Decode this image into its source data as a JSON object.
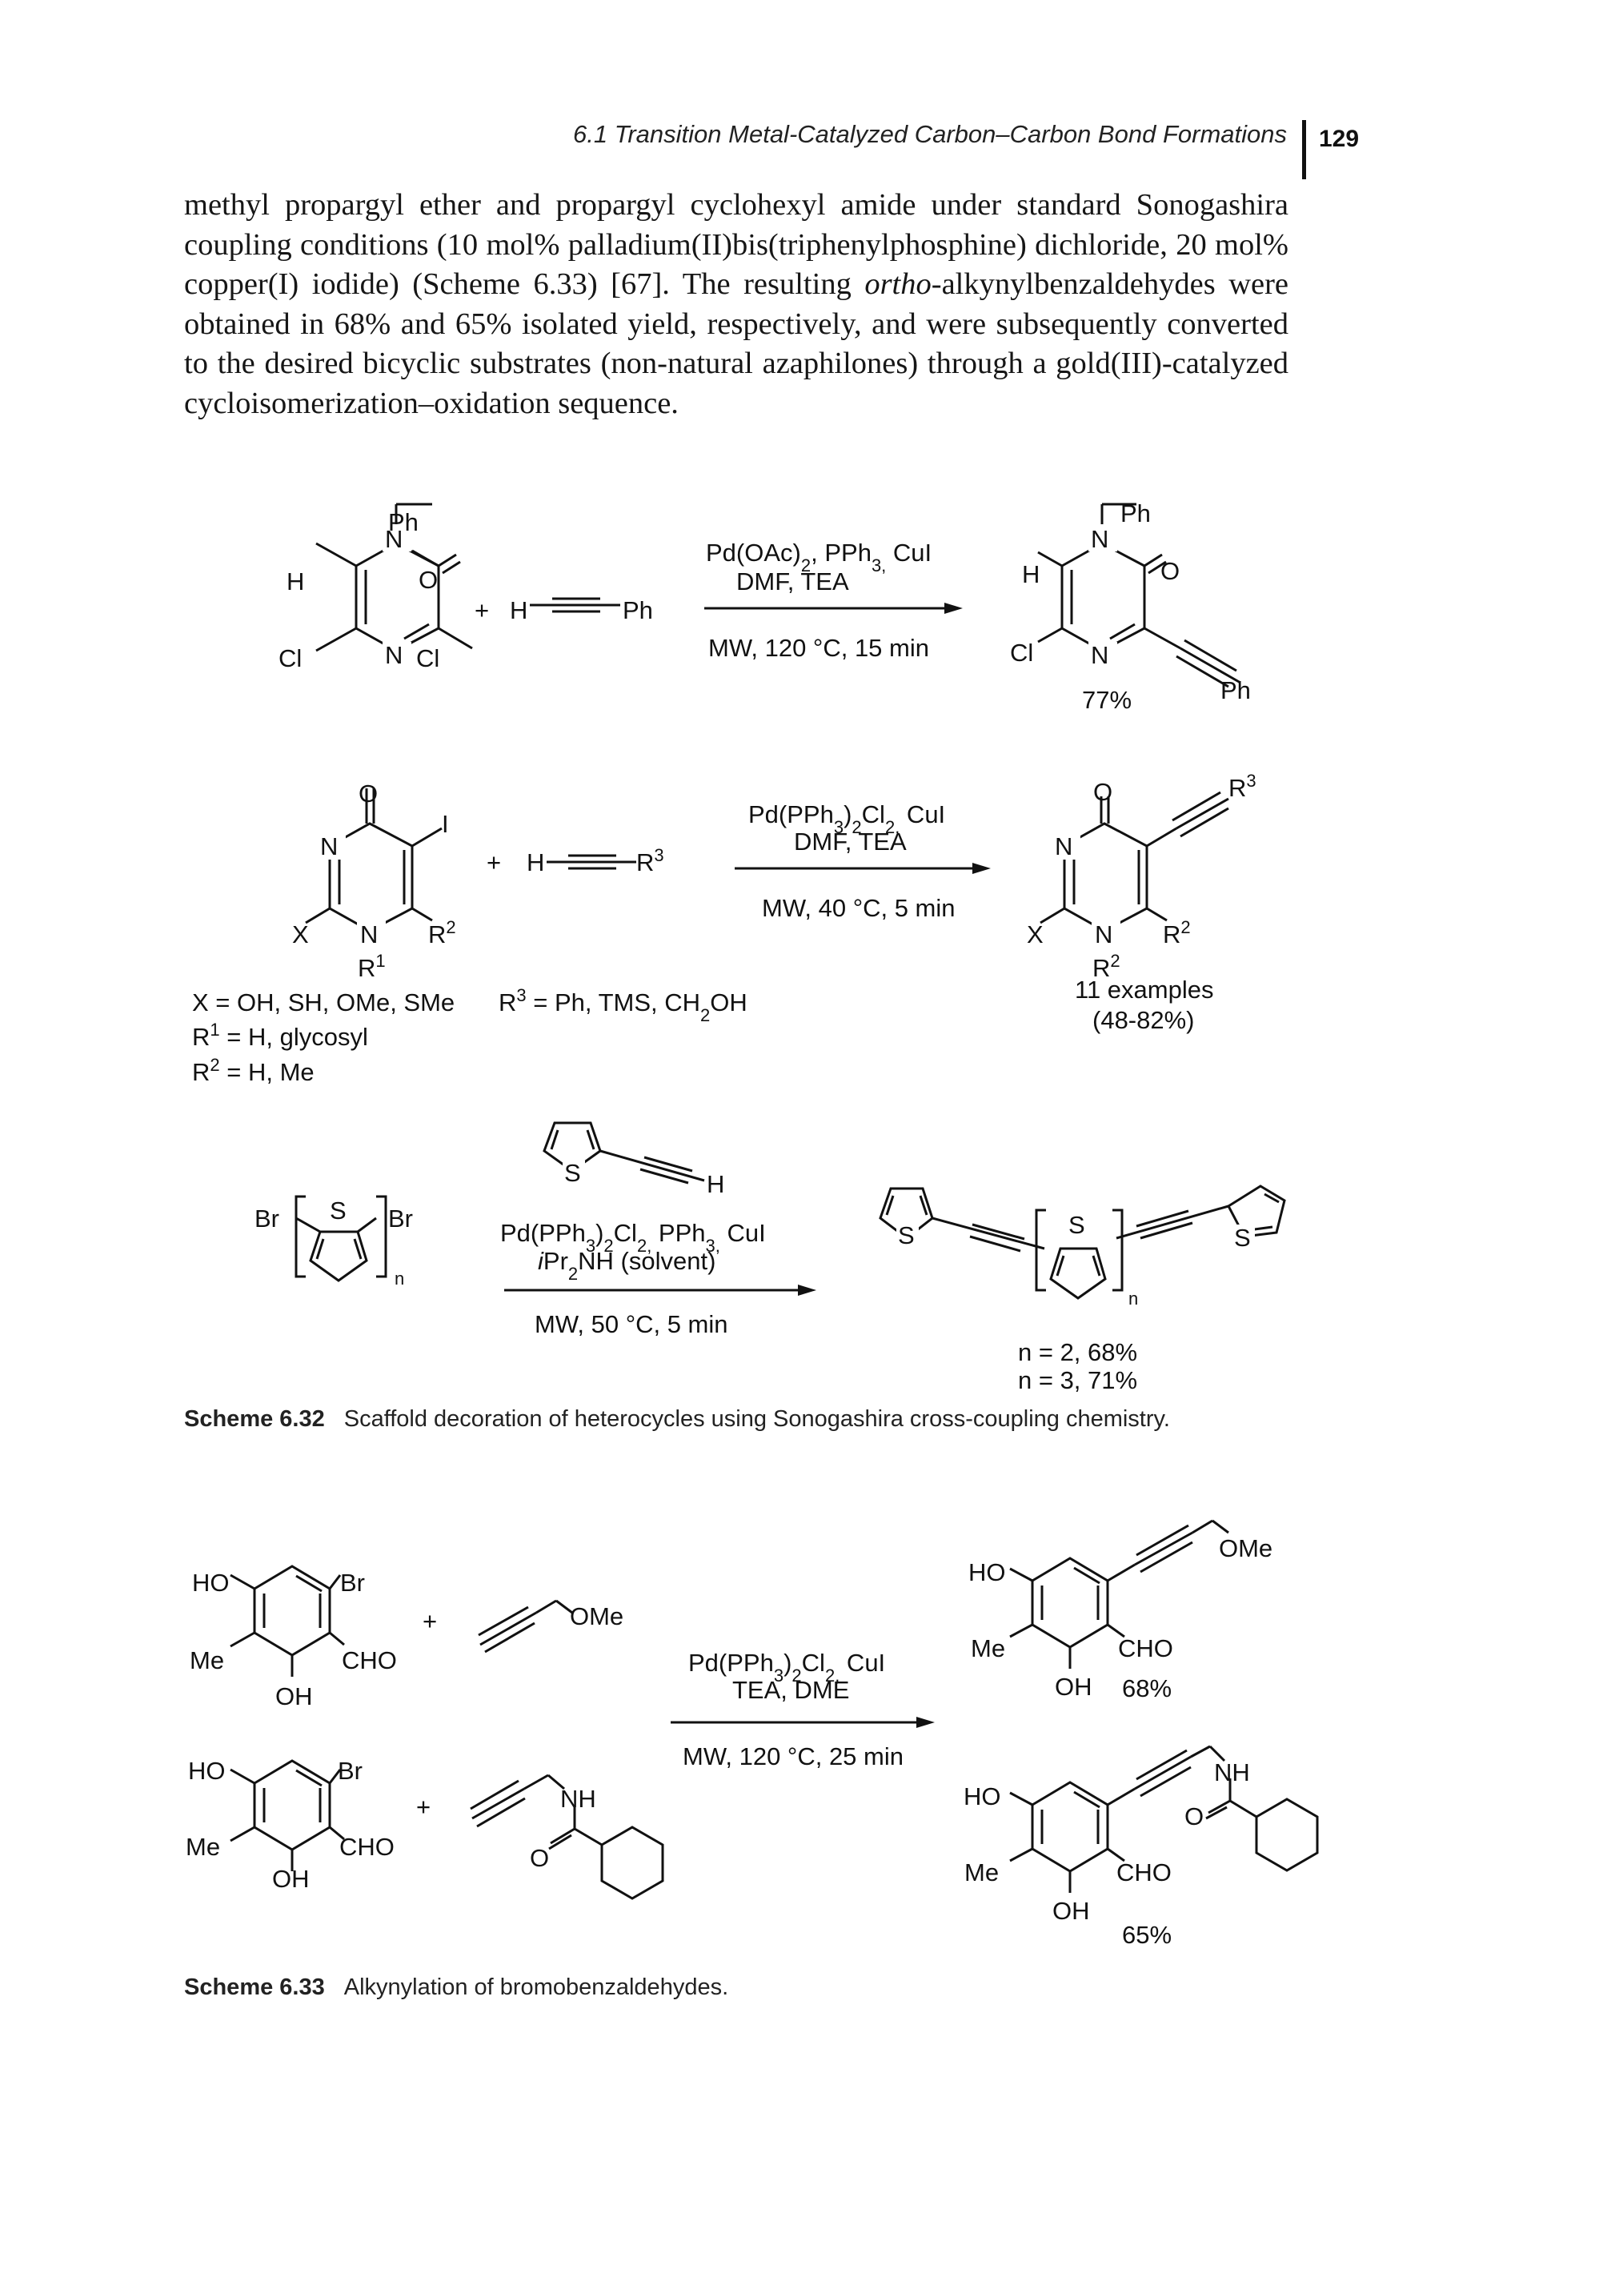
{
  "header": {
    "running_title": "6.1 Transition Metal-Catalyzed Carbon–Carbon Bond Formations",
    "page_number": "129"
  },
  "body": {
    "paragraph_html": "methyl propargyl ether and propargyl cyclohexyl amide under standard Sonogashira coupling conditions (10 mol% palladium(II)bis(triphenylphosphine) dichloride, 20 mol% copper(I) iodide) (Scheme 6.33) [67]. The resulting <i>ortho</i>-alkynylbenzalde­hydes were obtained in 68% and 65% isolated yield, respectively, and were sub­sequently converted to the desired bicyclic substrates (non-natural azaphilones) through a gold(III)-catalyzed cycloisomerization–oxidation sequence."
  },
  "scheme_632": {
    "reaction1": {
      "conditions_top_html": "Pd(OAc)<tspan baseline-shift='sub' font-size='22'>2</tspan>, PPh<tspan baseline-shift='sub' font-size='22'>3,</tspan> CuI",
      "conditions_mid": "DMF, TEA",
      "conditions_bottom": "MW, 120 °C, 15 min",
      "alkyne": "H",
      "alkyne_end": "Ph",
      "plus": "+",
      "yield": "77%"
    },
    "reaction2": {
      "conditions_top_html": "Pd(PPh<tspan baseline-shift='sub' font-size='22'>3</tspan>)<tspan baseline-shift='sub' font-size='22'>2</tspan>Cl<tspan baseline-shift='sub' font-size='22'>2,</tspan> CuI",
      "conditions_mid": "DMF, TEA",
      "conditions_bottom": "MW, 40 °C, 5 min",
      "substituents_x": "X = OH, SH, OMe, SMe",
      "substituents_r1": "= H, glycosyl",
      "substituents_r2": "= H, Me",
      "substituents_r3": "= Ph, TMS, CH",
      "examples": "11 examples",
      "yield_range": "(48-82%)"
    },
    "reaction3": {
      "conditions_top_html": "Pd(PPh<tspan baseline-shift='sub' font-size='22'>3</tspan>)<tspan baseline-shift='sub' font-size='22'>2</tspan>Cl<tspan baseline-shift='sub' font-size='22'>2,</tspan> PPh<tspan baseline-shift='sub' font-size='22'>3,</tspan> CuI",
      "conditions_mid": "Pr",
      "conditions_mid_tail": "NH (solvent)",
      "conditions_bottom": "MW, 50 °C, 5 min",
      "yield_n2": "n = 2, 68%",
      "yield_n3": "n = 3, 71%"
    },
    "caption_label": "Scheme 6.32",
    "caption_text": "Scaffold decoration of heterocycles using Sonogashira cross-coupling chemistry."
  },
  "scheme_633": {
    "conditions_top": "Pd(PPh",
    "conditions_mid": "TEA, DME",
    "conditions_bottom": "MW, 120 °C, 25 min",
    "yield_top": "68%",
    "yield_bottom": "65%",
    "caption_label": "Scheme 6.33",
    "caption_text": "Alkynylation of bromobenzaldehydes."
  }
}
